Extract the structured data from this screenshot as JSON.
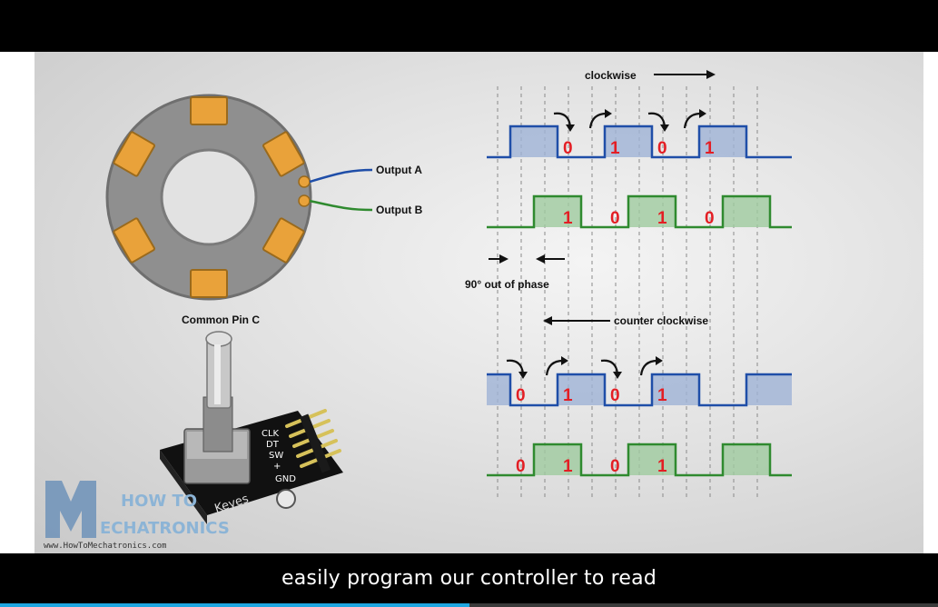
{
  "video": {
    "caption": "easily program our controller to read",
    "progress": 0.5
  },
  "encoder": {
    "output_a_label": "Output A",
    "output_b_label": "Output B",
    "common_pin_label": "Common Pin C"
  },
  "diagram": {
    "clockwise_label": "clockwise",
    "counter_clockwise_label": "counter clockwise",
    "phase_label": "90° out of phase",
    "cw_a_bits": [
      "0",
      "1",
      "0",
      "1"
    ],
    "cw_b_bits": [
      "1",
      "0",
      "1",
      "0"
    ],
    "ccw_a_bits": [
      "0",
      "1",
      "0",
      "1"
    ],
    "ccw_b_bits": [
      "0",
      "1",
      "0",
      "1"
    ],
    "signal_a_color": "#1f4ea8",
    "signal_b_color": "#2f8a2f",
    "bit_color": "#e31e24"
  },
  "module": {
    "pins": [
      "CLK",
      "DT",
      "SW",
      "+",
      "GND"
    ],
    "brand": "Keyes"
  },
  "logo": {
    "how_to": "HOW TO",
    "mechatronics": "ECHATRONICS",
    "url": "www.HowToMechatronics.com"
  }
}
